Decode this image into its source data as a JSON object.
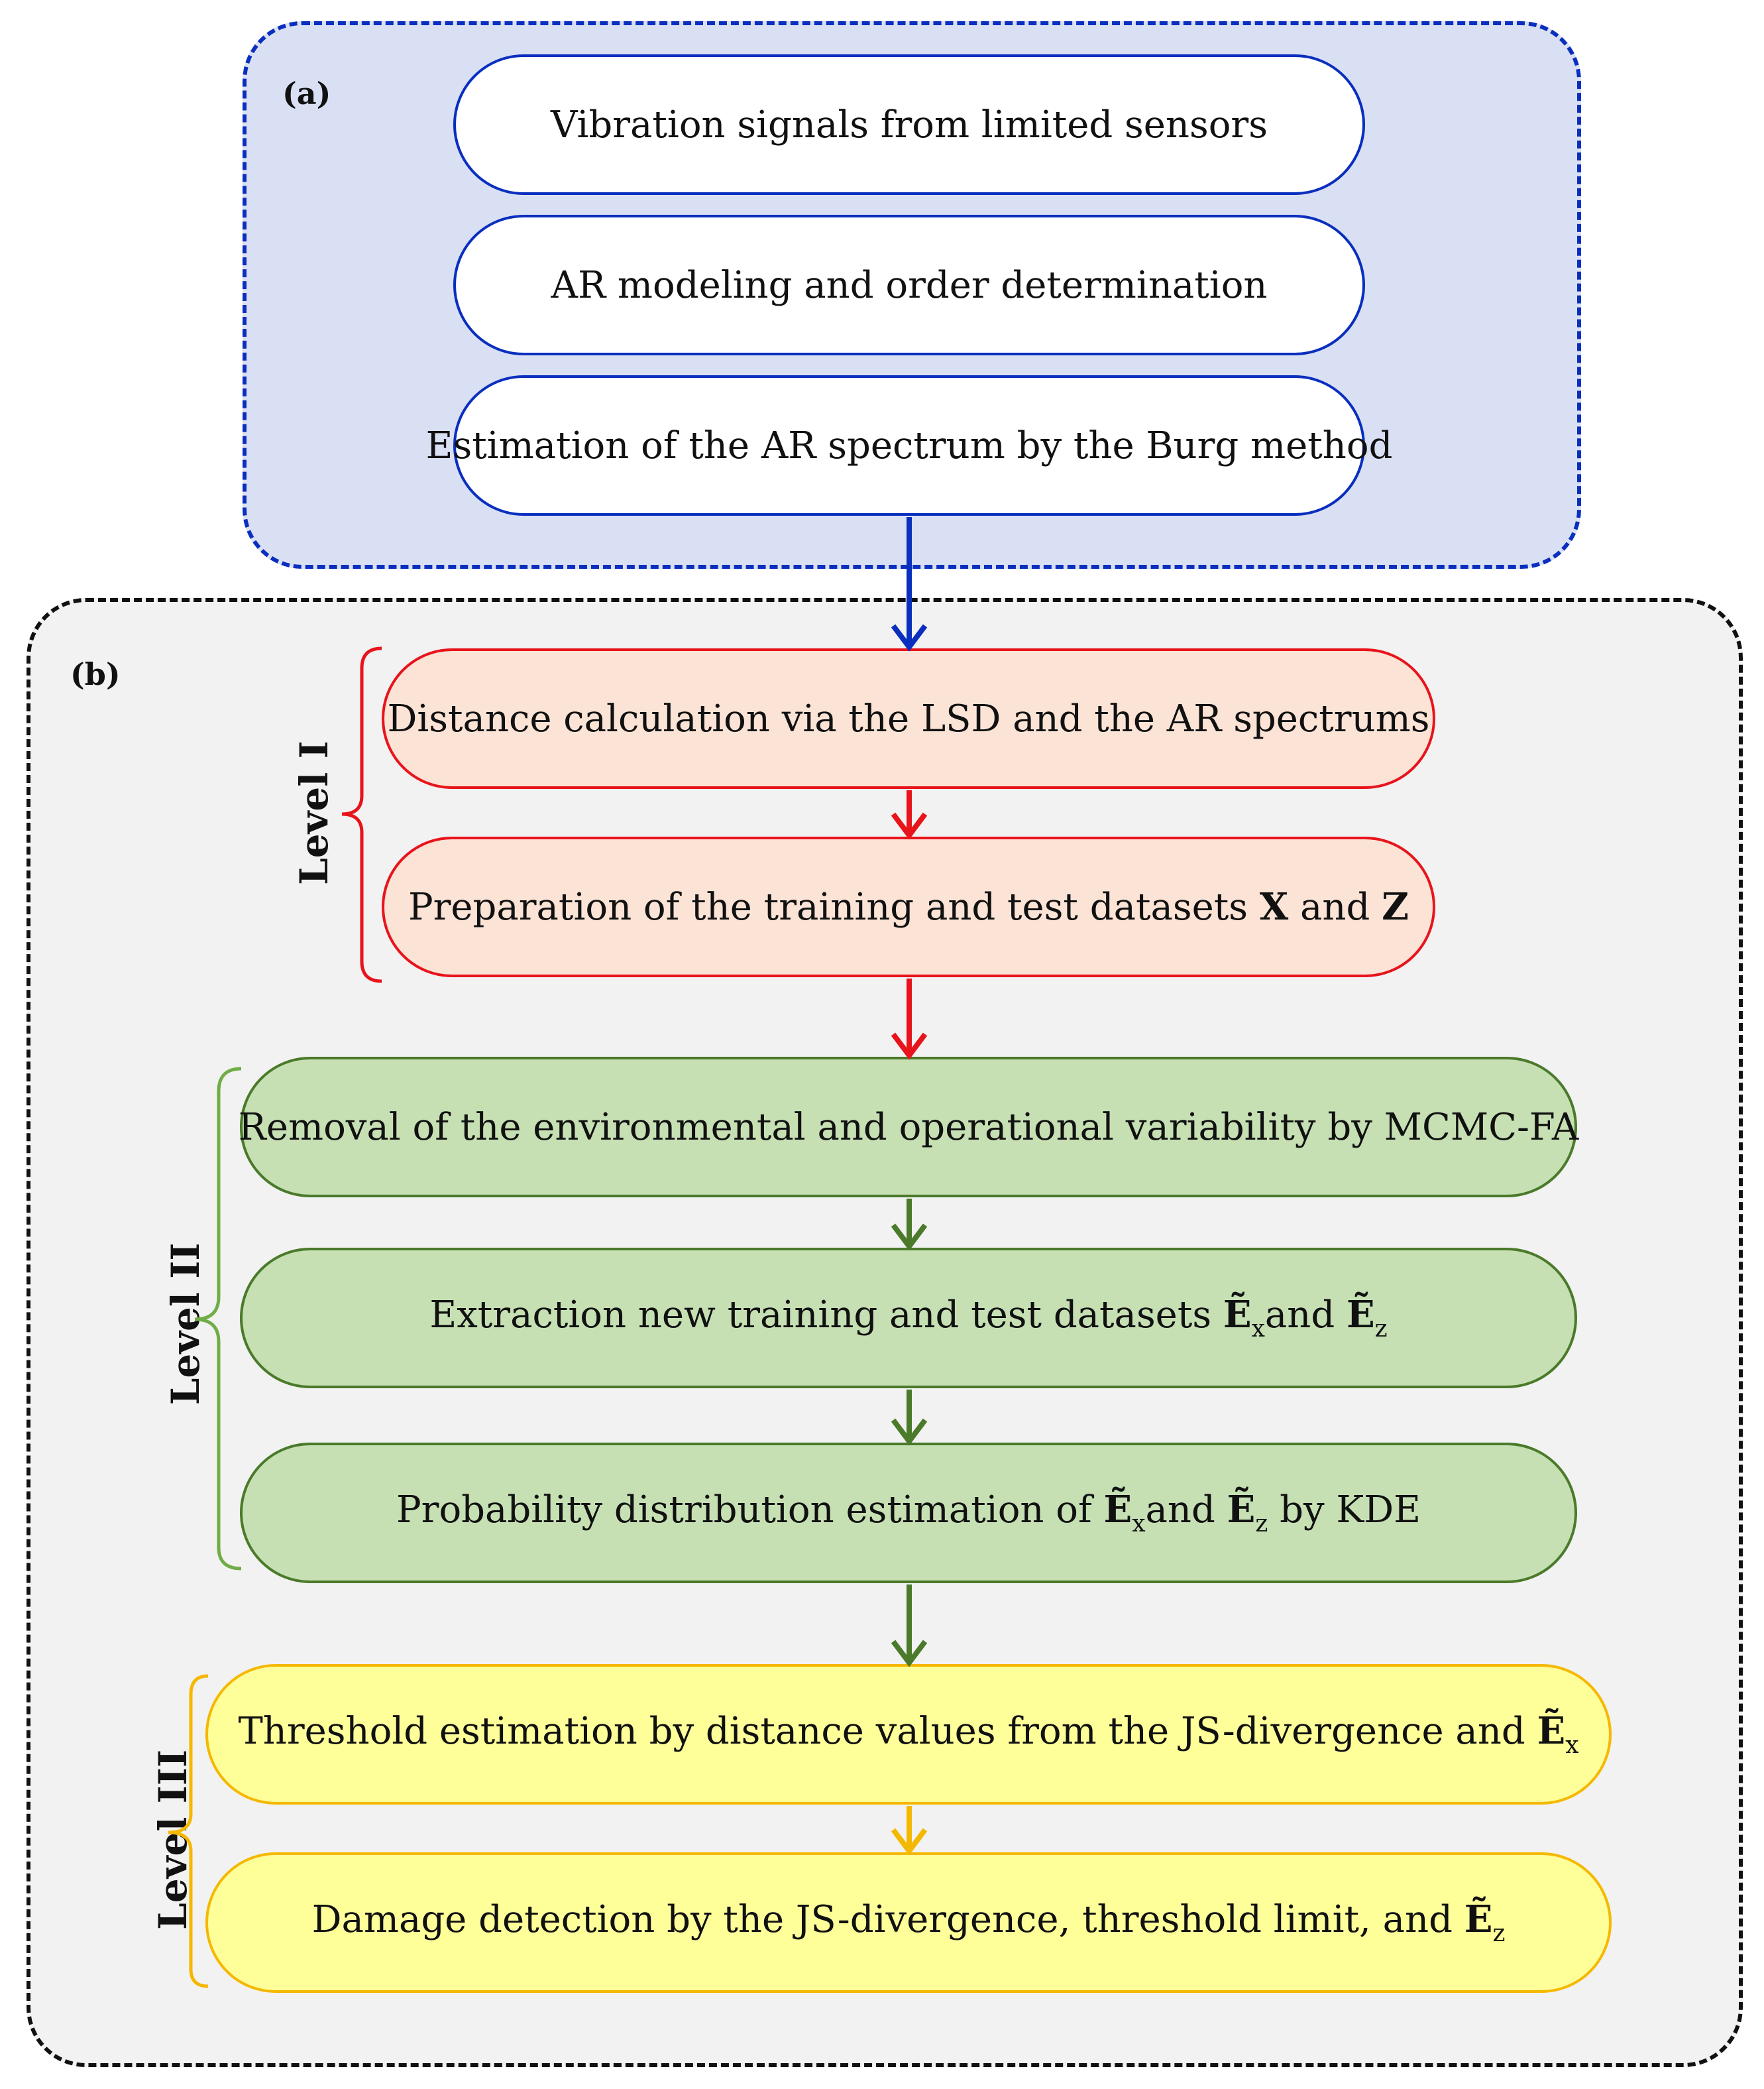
{
  "panel_a": {
    "label": "(a)",
    "steps": [
      "Vibration signals from limited sensors",
      "AR modeling and order determination",
      "Estimation of the AR spectrum by the Burg method"
    ]
  },
  "panel_b": {
    "label": "(b)",
    "levels": [
      {
        "label": "Level I",
        "steps": [
          {
            "pre": "Distance calculation via the LSD and the AR spectrums"
          },
          {
            "pre": "Preparation of the training and test datasets ",
            "b1": "X",
            "mid": " and ",
            "b2": "Z"
          }
        ]
      },
      {
        "label": "Level II",
        "steps": [
          {
            "pre": "Removal of the environmental and operational variability by MCMC-FA"
          },
          {
            "pre": "Extraction new training and test datasets ",
            "e1": "Ẽ",
            "s1": "x",
            "mid": "and ",
            "e2": "Ẽ",
            "s2": "z"
          },
          {
            "pre": "Probability distribution estimation of  ",
            "e1": "Ẽ",
            "s1": "x",
            "mid": "and ",
            "e2": "Ẽ",
            "s2": "z",
            "post": " by KDE"
          }
        ]
      },
      {
        "label": "Level III",
        "steps": [
          {
            "pre": "Threshold estimation by distance values from the JS-divergence and ",
            "e1": "Ẽ",
            "s1": "x"
          },
          {
            "pre": "Damage detection by the JS-divergence, threshold limit, and ",
            "e1": "Ẽ",
            "s1": "z"
          }
        ]
      }
    ]
  },
  "colors": {
    "panel_a_fill": "#dae0f3",
    "panel_a_border": "#0a2fbf",
    "panel_b_fill": "#f2f2f2",
    "level1_fill": "#fbe3d6",
    "level1_border": "#e8141c",
    "level2_fill": "#c6e0b4",
    "level2_border": "#4a7a2a",
    "level2_brace": "#70ad47",
    "level3_fill": "#ffff9a",
    "level3_border": "#f5b800"
  }
}
